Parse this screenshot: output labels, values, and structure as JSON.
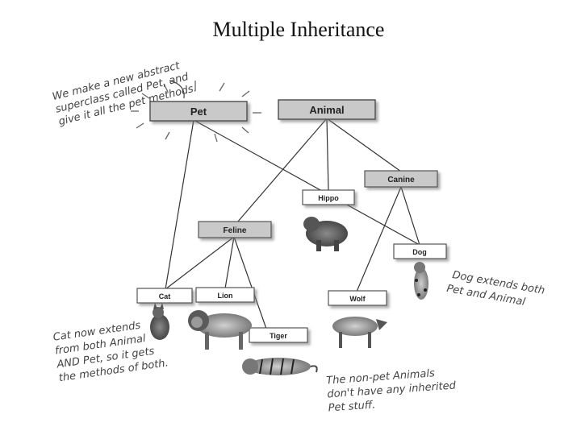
{
  "title": "Multiple Inheritance",
  "classes": {
    "pet": "Pet",
    "animal": "Animal",
    "canine": "Canine",
    "hippo": "Hippo",
    "feline": "Feline",
    "dog": "Dog",
    "cat": "Cat",
    "lion": "Lion",
    "wolf": "Wolf",
    "tiger": "Tiger"
  },
  "notes": {
    "pet_note": [
      "We make a new abstract",
      "superclass called Pet, and",
      "give it all the pet methods."
    ],
    "dog_note": [
      "Dog extends both",
      "Pet and Animal"
    ],
    "cat_note": [
      "Cat now extends",
      "from both Animal",
      "AND Pet, so it gets",
      "the methods of both."
    ],
    "nonpet_note": [
      "The non-pet Animals",
      "don't have any inherited",
      "Pet stuff."
    ]
  },
  "colors": {
    "box_fill": "#c9c9c9",
    "line": "#333333",
    "note_text": "#444444"
  }
}
